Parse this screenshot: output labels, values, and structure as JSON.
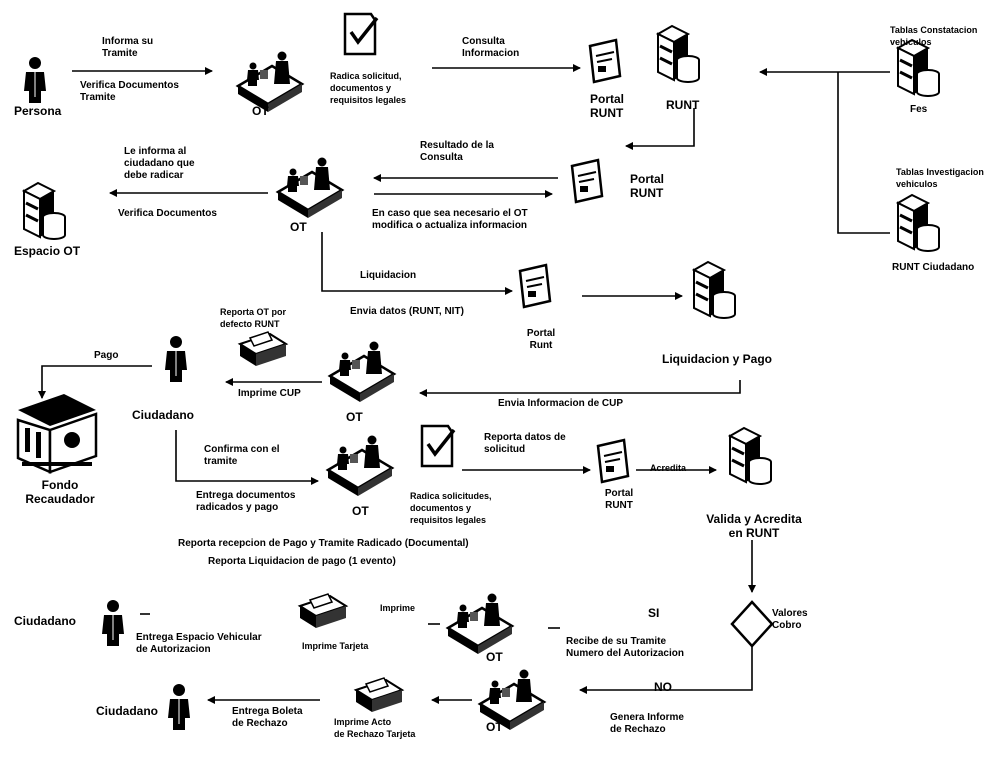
{
  "diagram": {
    "actors": {
      "persona": "Persona",
      "ot_1": "OT",
      "ot_2": "OT",
      "ot_3": "OT",
      "ot_4": "OT",
      "ot_5": "OT",
      "ot_6": "OT",
      "ciudadano_1": "Ciudadano",
      "ciudadano_2": "Ciudadano",
      "ciudadano_3": "Ciudadano",
      "espacio_ot": "Espacio OT",
      "fondo_recaudador": "Fondo\nRecaudador"
    },
    "systems": {
      "portal_runt_1": "Portal\nRUNT",
      "runt_1": "RUNT",
      "portal_runt_2": "Portal\nRUNT",
      "portal_runt_3": "Portal\nRunt",
      "liquidacion": "Liquidacion y Pago",
      "portal_runt_4": "Portal\nRUNT",
      "valida_acredita": "Valida y Acredita\nen RUNT",
      "fiscalia_top": "Tablas Constatacion\nvehiculos",
      "fiscalia_label": "Fes",
      "policia_top": "Tablas Investigacion\nvehiculos",
      "runt_ciudadano": "RUNT Ciudadano"
    },
    "decision": {
      "label": "Valores\nCobro",
      "si": "SI",
      "no": "NO"
    },
    "edges": {
      "e1_top": "Informa su\nTramite",
      "e1_bottom": "Verifica Documentos\nTramite",
      "e2_doc": "Radica solicitud,\ndocumentos y\nrequisitos legales",
      "e3_top": "Consulta\nInformacion",
      "e4": "Resultado de la\nConsulta",
      "e5": "En caso que sea necesario el OT\nmodifica o actualiza informacion",
      "e6": "Le informa al\nciudadano que\ndebe radicar",
      "e7": "Verifica Documentos",
      "e8_top": "Liquidacion",
      "e8_bottom": "Envia datos (RUNT, NIT)",
      "e9": "Envia Informacion de CUP",
      "e10": "Imprime CUP",
      "e11": "Reporta OT por\ndefecto RUNT",
      "e12": "Pago",
      "e13": "Confirma con el\ntramite",
      "e14": "Entrega documentos\nradicados y pago",
      "e15": "Radica solicitudes,\ndocumentos y\nrequisitos legales",
      "e16": "Reporta datos de\nsolicitud",
      "e17": "Acredita",
      "e18": "Reporta recepcion de Pago y Tramite Radicado (Documental)",
      "e19": "Reporta Liquidacion de pago (1 evento)",
      "e20": "Imprime",
      "e21": "Imprime Tarjeta",
      "e22": "Recibe de su Tramite\nNumero del Autorizacion",
      "e23": "Entrega Espacio Vehicular\nde Autorizacion",
      "e24": "Genera Informe\nde Rechazo",
      "e25": "Imprime Acto\nde Rechazo Tarjeta",
      "e26": "Entrega Boleta\nde Rechazo"
    }
  }
}
